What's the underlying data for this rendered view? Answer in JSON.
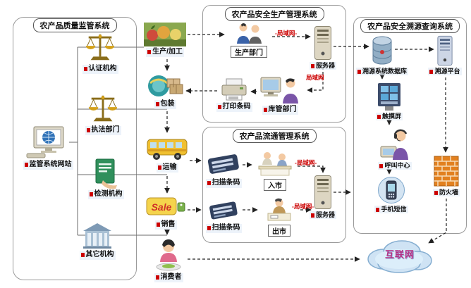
{
  "supervision": {
    "title": "农产品质量监管系统",
    "website": "监管系统网站",
    "items": [
      {
        "label": "认证机构"
      },
      {
        "label": "执法部门"
      },
      {
        "label": "检测机构"
      },
      {
        "label": "其它机构"
      }
    ]
  },
  "chain": {
    "produce": "生产/加工",
    "package": "包装",
    "transport": "运输",
    "sale": "销售",
    "consumer": "消费者",
    "sale_sign": "Sale"
  },
  "production_system": {
    "title": "农产品安全生产管理系统",
    "production_dept": "生产部门",
    "server": "服务器",
    "print_barcode": "打印条码",
    "warehouse_dept": "库管部门",
    "lan_label_1": "-局域网-",
    "lan_label_2": "局域网"
  },
  "circulation_system": {
    "title": "农产品流通管理系统",
    "scan_barcode_in": "扫描条码",
    "market_in": "入市",
    "server": "服务器",
    "scan_barcode_out": "扫描条码",
    "market_out": "出市",
    "lan_label_1": "-局域网-",
    "lan_label_2": "-局域网-"
  },
  "traceability_system": {
    "title": "农产品安全溯源查询系统",
    "database": "溯源系统数据库",
    "platform": "溯源平台",
    "touchscreen": "触摸屏",
    "call_center": "呼叫中心",
    "sms": "手机短信",
    "firewall": "防火墙"
  },
  "internet": {
    "label": "互联网"
  },
  "colors": {
    "lan_text": "#cc0000",
    "internet_text": "#b52e83",
    "box_border": "#9a9a9a",
    "arrow": "#222222"
  }
}
